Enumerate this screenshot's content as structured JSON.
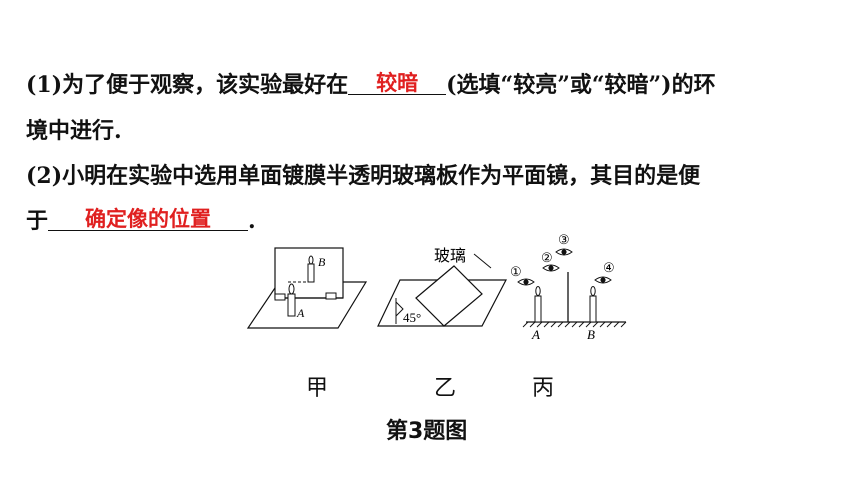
{
  "question": {
    "p1_before": "(1)为了便于观察，该实验最好在",
    "p1_answer": "较暗",
    "p1_after": "(选填“较亮”或“较暗”)的环",
    "p1_line2": "境中进行.",
    "p2_line1": "(2)小明在实验中选用单面镀膜半透明玻璃板作为平面镜，其目的是便",
    "p2_before": "于",
    "p2_answer": "确定像的位置",
    "p2_after": "."
  },
  "figures": {
    "jia": {
      "label": "甲",
      "point_a": "A",
      "point_b": "B"
    },
    "yi": {
      "label": "乙",
      "glass_label": "玻璃",
      "angle_label": "45°"
    },
    "bing": {
      "label": "丙",
      "point_a": "A",
      "point_b": "B",
      "eye_markers": [
        "①",
        "②",
        "③",
        "④"
      ]
    },
    "caption": "第3题图"
  },
  "colors": {
    "answer": "#e02020",
    "text": "#111111"
  }
}
